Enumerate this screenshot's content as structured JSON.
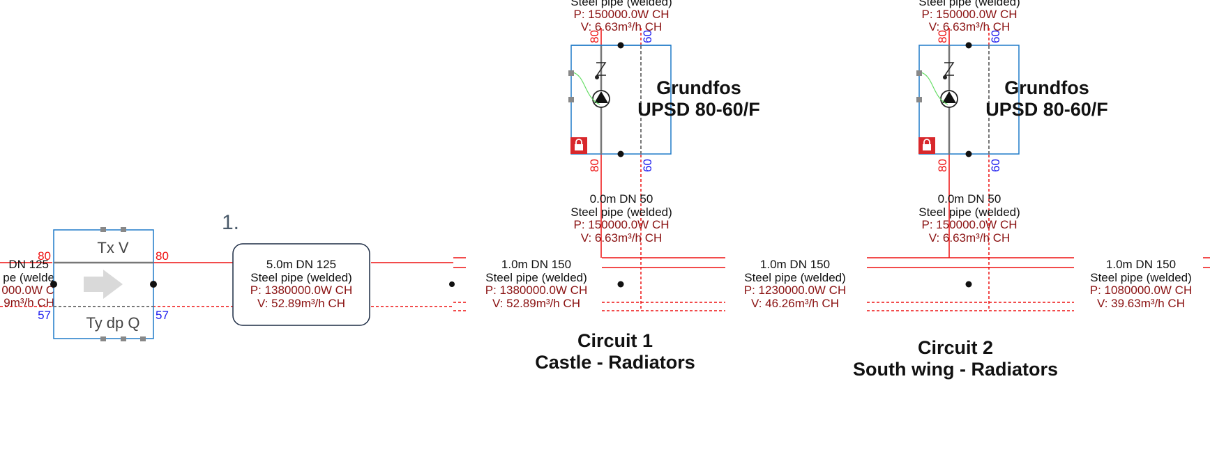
{
  "colors": {
    "supply": "#ee1111",
    "return": "#1a1aee",
    "frame": "#1f7ac8",
    "label_red": "#8a1111",
    "lock_badge": "#d8282c"
  },
  "icons": [
    "arrow-right-icon",
    "check-valve-icon",
    "pump-icon",
    "lock-icon",
    "connection-dot-icon"
  ],
  "marker": "1.",
  "left_pipe": {
    "line1": "DN 125",
    "line2": "pe (welde",
    "line3": "000.0W C",
    "line4": "9m³/h CH"
  },
  "sensor": {
    "top": "Tx  V",
    "bottom": "Ty dp Q",
    "left_supply": "80",
    "right_supply": "80",
    "left_return": "57",
    "right_return": "57"
  },
  "segment1": {
    "length": "5.0m DN 125",
    "material": "Steel pipe (welded)",
    "power": "P: 1380000.0W CH",
    "flow": "V: 52.89m³/h CH"
  },
  "segment2": {
    "length": "1.0m DN 150",
    "material": "Steel pipe (welded)",
    "power": "P: 1380000.0W CH",
    "flow": "V: 52.89m³/h CH"
  },
  "segment3": {
    "length": "1.0m DN 150",
    "material": "Steel pipe (welded)",
    "power": "P: 1230000.0W CH",
    "flow": "V: 46.26m³/h CH"
  },
  "segment4": {
    "length": "1.0m DN 150",
    "material": "Steel pipe (welded)",
    "power": "P: 1080000.0W CH",
    "flow": "V: 39.63m³/h CH"
  },
  "circuit1": {
    "top_pipe": {
      "material": "Steel pipe (welded)",
      "power": "P: 150000.0W CH",
      "flow": "V: 6.63m³/h CH"
    },
    "pump_name": "Grundfos",
    "pump_model": "UPSD 80-60/F",
    "supply_temp_top": "80",
    "return_temp_top": "60",
    "supply_temp_bottom": "80",
    "return_temp_bottom": "60",
    "branch_pipe": {
      "length": "0.0m DN 50",
      "material": "Steel pipe (welded)",
      "power": "P: 150000.0W CH",
      "flow": "V: 6.63m³/h CH"
    },
    "title": "Circuit 1",
    "subtitle": "Castle - Radiators"
  },
  "circuit2": {
    "top_pipe": {
      "material": "Steel pipe (welded)",
      "power": "P: 150000.0W CH",
      "flow": "V: 6.63m³/h CH"
    },
    "pump_name": "Grundfos",
    "pump_model": "UPSD 80-60/F",
    "supply_temp_top": "80",
    "return_temp_top": "60",
    "supply_temp_bottom": "80",
    "return_temp_bottom": "60",
    "branch_pipe": {
      "length": "0.0m DN 50",
      "material": "Steel pipe (welded)",
      "power": "P: 150000.0W CH",
      "flow": "V: 6.63m³/h CH"
    },
    "title": "Circuit 2",
    "subtitle": "South wing - Radiators"
  }
}
